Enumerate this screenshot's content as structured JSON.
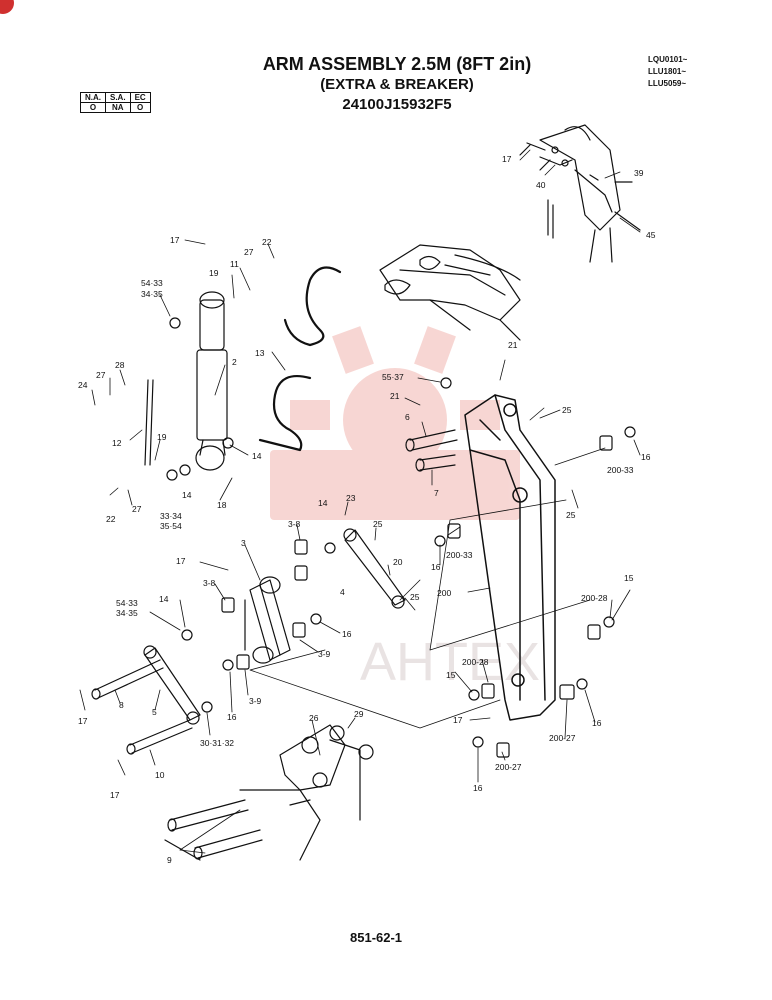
{
  "title": {
    "line1": "ARM ASSEMBLY 2.5M (8FT 2in)",
    "line2": "(EXTRA & BREAKER)",
    "line3": "24100J15932F5"
  },
  "serials": [
    "LQU0101~",
    "LLU1801~",
    "LLU5059~"
  ],
  "applicability": {
    "headers": [
      "N.A.",
      "S.A.",
      "EC"
    ],
    "values": [
      "O",
      "NA",
      "O"
    ]
  },
  "watermark": {
    "text": "AHTEX",
    "color": "#f2c6c2"
  },
  "page_number": "851-62-1",
  "part_labels": {
    "l_17a": "17",
    "l_40": "40",
    "l_39": "39",
    "l_45": "45",
    "l_17b": "17",
    "l_27a": "27",
    "l_22a": "22",
    "l_19a": "19",
    "l_11": "11",
    "l_54a": "54·33",
    "l_34a": "34·35",
    "l_13": "13",
    "l_2": "2",
    "l_28": "28",
    "l_27b": "27",
    "l_24": "24",
    "l_12": "12",
    "l_19b": "19",
    "l_14a": "14",
    "l_14b": "14",
    "l_18": "18",
    "l_33": "33·34",
    "l_35": "35·54",
    "l_27c": "27",
    "l_22b": "22",
    "l_21a": "21",
    "l_55": "55·37",
    "l_21b": "21",
    "l_25a": "25",
    "l_6": "6",
    "l_7": "7",
    "l_16a": "16",
    "l_200_33a": "200-33",
    "l_25b": "25",
    "l_14c": "14",
    "l_23": "23",
    "l_25c": "25",
    "l_20": "20",
    "l_4": "4",
    "l_200_33b": "200-33",
    "l_16b": "16",
    "l_200": "200",
    "l_25d": "25",
    "l_3_8a": "3-8",
    "l_3": "3",
    "l_17c": "17",
    "l_3_8b": "3-8",
    "l_54b": "54·33",
    "l_34b": "34·35",
    "l_14d": "14",
    "l_16c": "16",
    "l_3_9a": "3-9",
    "l_3_9b": "3-9",
    "l_16d": "16",
    "l_15a": "15",
    "l_200_28a": "200-28",
    "l_200_28b": "200-28",
    "l_15b": "15",
    "l_17d": "17",
    "l_8": "8",
    "l_5": "5",
    "l_30": "30·31·32",
    "l_26": "26",
    "l_29": "29",
    "l_17e": "17",
    "l_16e": "16",
    "l_200_27a": "200-27",
    "l_200_27b": "200-27",
    "l_16f": "16",
    "l_10": "10",
    "l_17f": "17",
    "l_9": "9"
  }
}
